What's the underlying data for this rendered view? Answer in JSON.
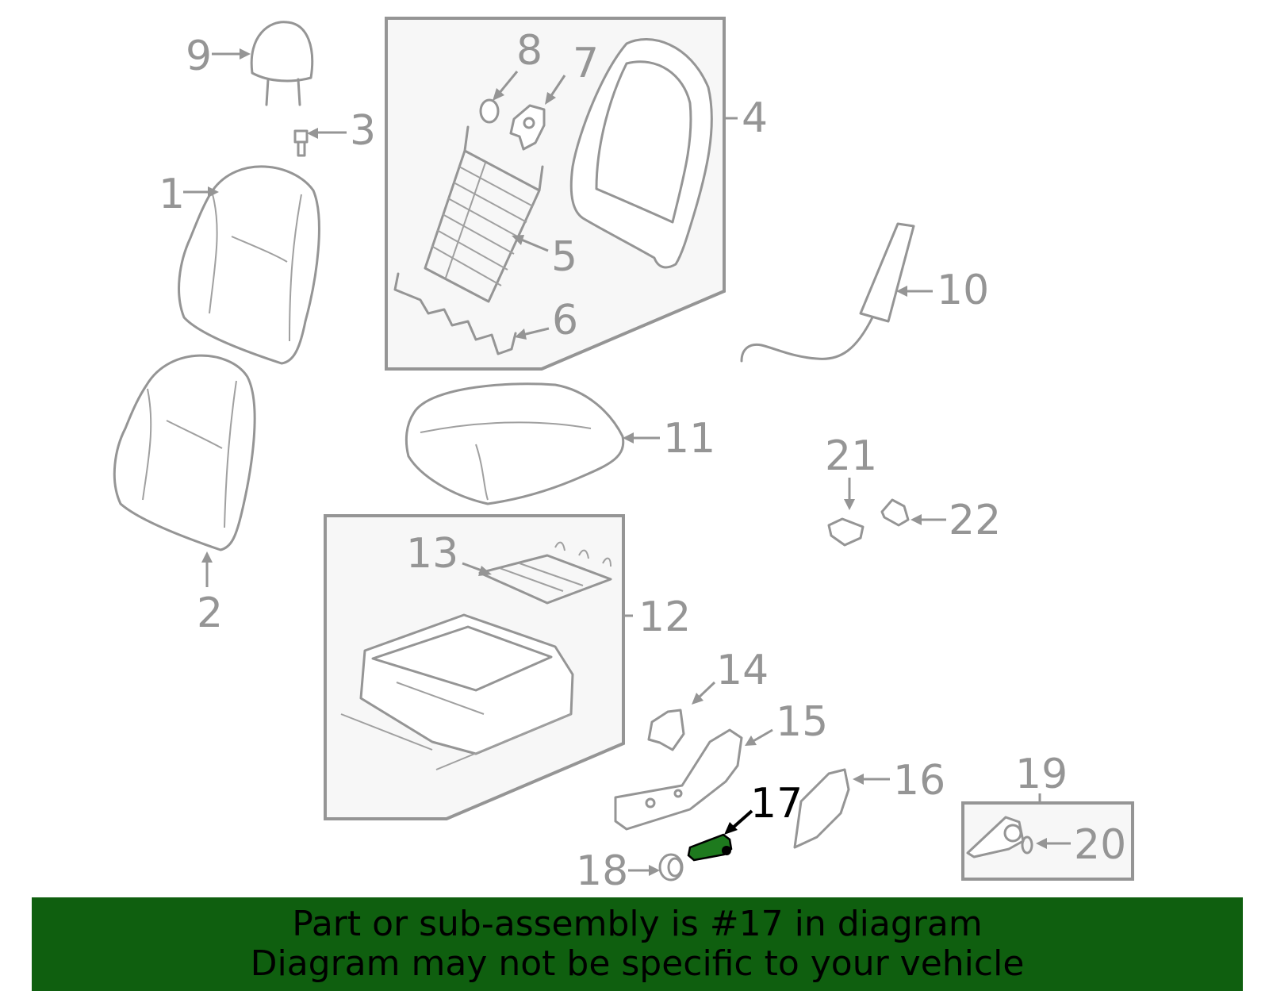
{
  "callouts": {
    "c1": "1",
    "c2": "2",
    "c3": "3",
    "c4": "4",
    "c5": "5",
    "c6": "6",
    "c7": "7",
    "c8": "8",
    "c9": "9",
    "c10": "10",
    "c11": "11",
    "c12": "12",
    "c13": "13",
    "c14": "14",
    "c15": "15",
    "c16": "16",
    "c17": "17",
    "c18": "18",
    "c19": "19",
    "c20": "20",
    "c21": "21",
    "c22": "22"
  },
  "highlight": {
    "part": "17",
    "color": "#1e7a1e"
  },
  "banner": {
    "line1": "Part or sub-assembly is #17 in diagram",
    "line2": "Diagram may not be specific to your vehicle",
    "color": "#0f5f0f"
  }
}
